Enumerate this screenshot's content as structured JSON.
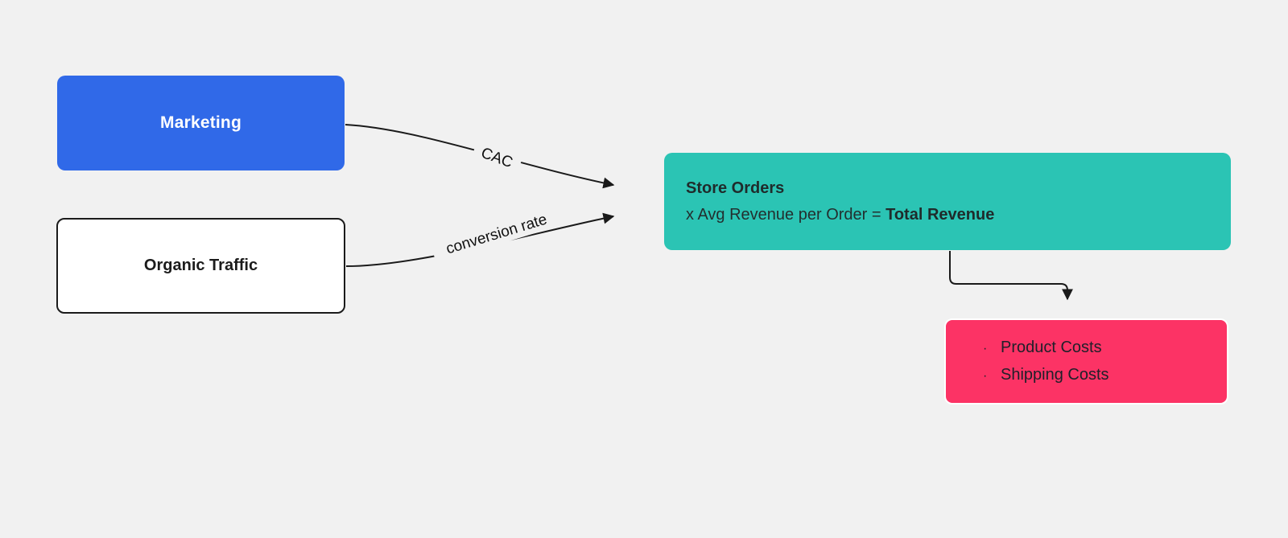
{
  "diagram": {
    "background_color": "#f1f1f1",
    "nodes": [
      {
        "id": "marketing",
        "label": "Marketing",
        "color": "#3069e8",
        "text_color": "#ffffff",
        "shape": "rounded-rect"
      },
      {
        "id": "organic_traffic",
        "label": "Organic Traffic",
        "color": "#ffffff",
        "border_color": "#1b1b1b",
        "text_color": "#1b1b1b",
        "shape": "rounded-rect"
      },
      {
        "id": "store_orders",
        "title": "Store Orders",
        "formula_prefix": "x Avg Revenue per Order = ",
        "formula_result": "Total Revenue",
        "color": "#2bc4b4",
        "text_color": "#1f2b2b",
        "shape": "rounded-rect"
      },
      {
        "id": "costs",
        "items": [
          "Product Costs",
          "Shipping Costs"
        ],
        "bullet": "·",
        "color": "#fc3365",
        "border_color": "#ffffff",
        "text_color": "#20202a",
        "shape": "rounded-rect"
      }
    ],
    "edges": [
      {
        "id": "marketing-to-store",
        "from": "marketing",
        "to": "store_orders",
        "label": "CAC",
        "style": "curved",
        "arrow": "end"
      },
      {
        "id": "organic-to-store",
        "from": "organic_traffic",
        "to": "store_orders",
        "label": "conversion rate",
        "style": "curved",
        "arrow": "end"
      },
      {
        "id": "store-to-costs",
        "from": "store_orders",
        "to": "costs",
        "label": "",
        "style": "orthogonal",
        "arrow": "end"
      }
    ]
  }
}
